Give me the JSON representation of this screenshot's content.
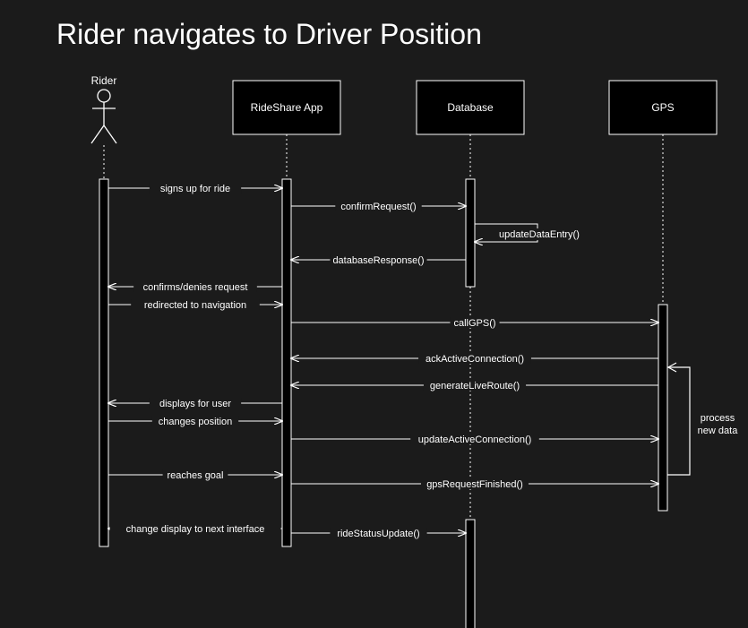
{
  "title": "Rider navigates to Driver Position",
  "participants": {
    "rider": "Rider",
    "app": "RideShare App",
    "db": "Database",
    "gps": "GPS"
  },
  "messages": [
    {
      "from": "rider",
      "to": "app",
      "label": "signs up for ride",
      "kind": "sync"
    },
    {
      "from": "app",
      "to": "db",
      "label": "confirmRequest()",
      "kind": "sync"
    },
    {
      "from": "db",
      "to": "db",
      "label": "updateDataEntry()",
      "kind": "self"
    },
    {
      "from": "db",
      "to": "app",
      "label": "databaseResponse()",
      "kind": "return"
    },
    {
      "from": "app",
      "to": "rider",
      "label": "confirms/denies request",
      "kind": "return"
    },
    {
      "from": "rider",
      "to": "app",
      "label": "redirected to navigation",
      "kind": "sync"
    },
    {
      "from": "app",
      "to": "gps",
      "label": "callGPS()",
      "kind": "sync"
    },
    {
      "from": "gps",
      "to": "app",
      "label": "ackActiveConnection()",
      "kind": "return"
    },
    {
      "from": "gps",
      "to": "app",
      "label": "generateLiveRoute()",
      "kind": "return"
    },
    {
      "from": "app",
      "to": "rider",
      "label": "displays for user",
      "kind": "return"
    },
    {
      "from": "rider",
      "to": "app",
      "label": "changes position",
      "kind": "sync"
    },
    {
      "from": "app",
      "to": "gps",
      "label": "updateActiveConnection()",
      "kind": "sync"
    },
    {
      "from": "rider",
      "to": "app",
      "label": "reaches goal",
      "kind": "sync"
    },
    {
      "from": "app",
      "to": "gps",
      "label": "gpsRequestFinished()",
      "kind": "sync"
    },
    {
      "from": "app",
      "to": "rider",
      "label": "change display to next interface",
      "kind": "return"
    },
    {
      "from": "app",
      "to": "db",
      "label": "rideStatusUpdate()",
      "kind": "sync"
    }
  ],
  "note": {
    "line1": "process",
    "line2": "new data"
  },
  "colors": {
    "background": "#1b1b1b",
    "stroke": "#ffffff",
    "box_fill": "#000000"
  }
}
